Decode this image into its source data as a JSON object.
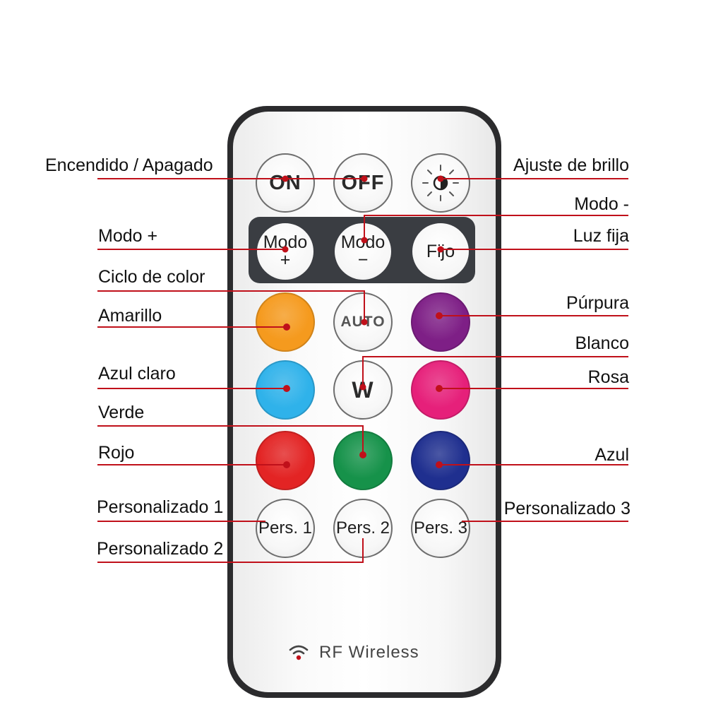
{
  "remote": {
    "footer_label": "RF Wireless",
    "footer_icon": "wifi-signal-icon"
  },
  "buttons": {
    "on": "ON",
    "off": "OFF",
    "brightness_icon": "brightness-sun-icon",
    "mode_plus": "Modo\n+",
    "mode_minus": "Modo\n−",
    "fixed": "Fijo",
    "auto": "AUTO",
    "white": "W",
    "pers1": "Pers. 1",
    "pers2": "Pers. 2",
    "pers3": "Pers. 3"
  },
  "button_colors": {
    "amarillo": "#f59a1e",
    "purpura": "#7e1f86",
    "azul_claro": "#2fb2ea",
    "rosa": "#e6207a",
    "rojo": "#e32424",
    "verde": "#16924a",
    "azul": "#1f2f8f"
  },
  "callouts": {
    "encendido": "Encendido / Apagado",
    "brillo": "Ajuste de brillo",
    "modo_menos": "Modo -",
    "modo_mas": "Modo +",
    "luz_fija": "Luz fija",
    "ciclo": "Ciclo de color",
    "amarillo": "Amarillo",
    "purpura": "Púrpura",
    "blanco": "Blanco",
    "azul_claro": "Azul claro",
    "rosa": "Rosa",
    "verde": "Verde",
    "rojo": "Rojo",
    "azul": "Azul",
    "pers1": "Personalizado 1",
    "pers3": "Personalizado 3",
    "pers2": "Personalizado 2"
  },
  "accent_color": "#c0101a"
}
